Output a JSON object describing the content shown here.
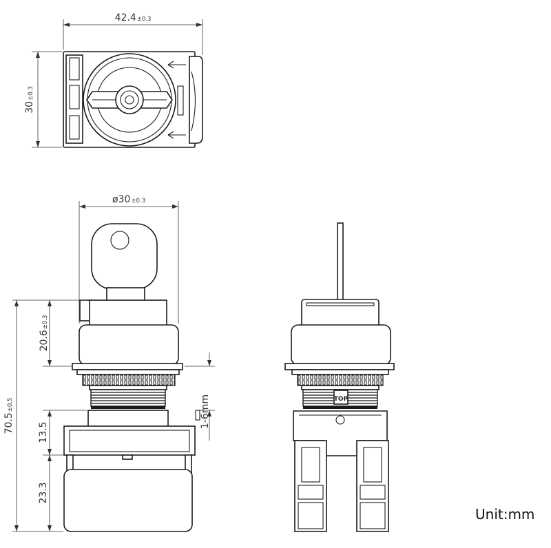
{
  "dimensions": {
    "top_width": {
      "value": "42.4",
      "tolerance": "±0.3"
    },
    "top_height": {
      "value": "30",
      "tolerance": "±0.3"
    },
    "diameter": {
      "value": "ø30",
      "tolerance": "±0.3"
    },
    "overall_height": {
      "value": "70.5",
      "tolerance": "±0.5"
    },
    "head_height": {
      "value": "20.6",
      "tolerance": "±0.3"
    },
    "mid_height": {
      "value": "13.5"
    },
    "bottom_height": {
      "value": "23.3"
    },
    "panel_thickness": {
      "value": "1-6mm"
    }
  },
  "labels": {
    "top_marker": "TOP",
    "unit": "Unit:mm"
  },
  "colors": {
    "line": "#1a1a1a",
    "dimension": "#333333",
    "background": "#ffffff"
  }
}
